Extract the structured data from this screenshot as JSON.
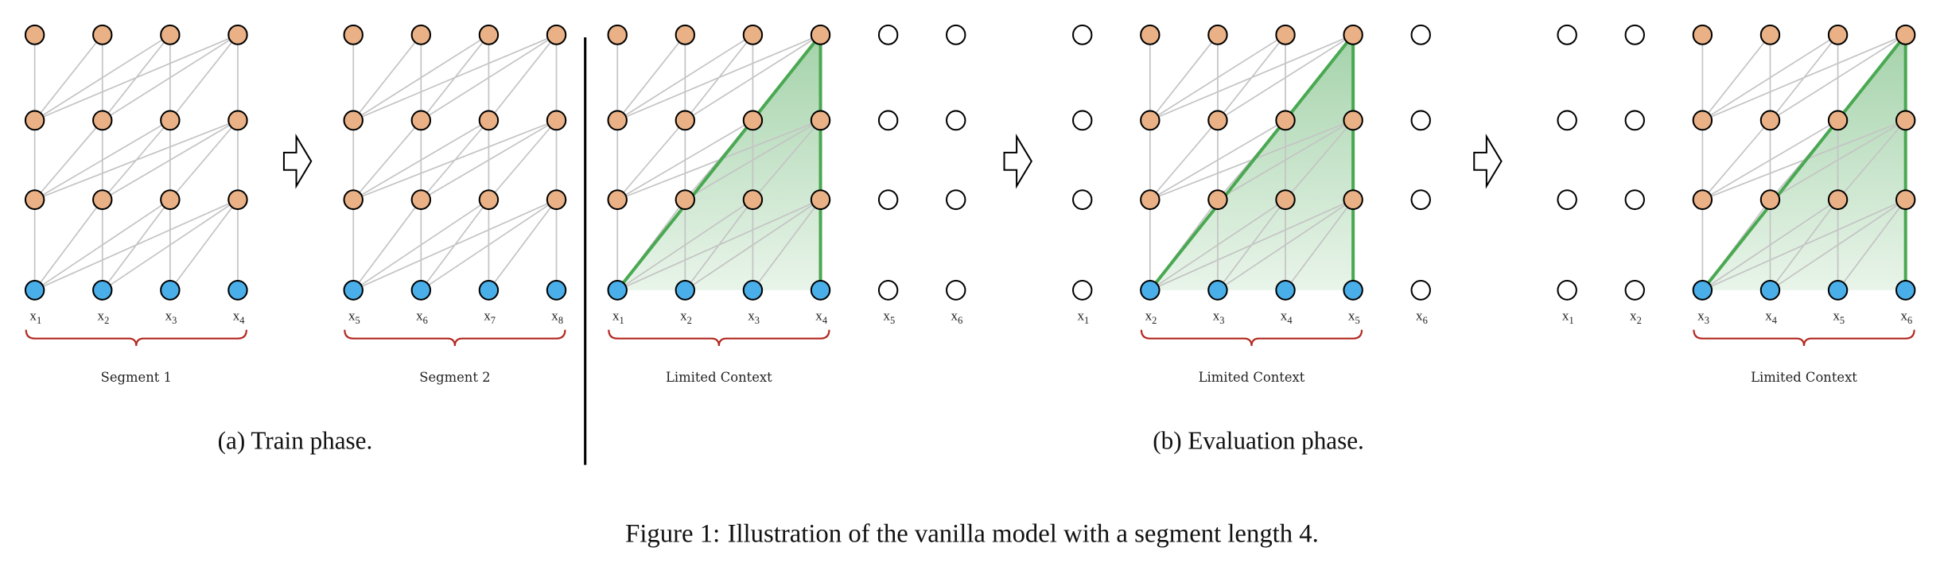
{
  "colors": {
    "hidden_node": "#e9b185",
    "input_node": "#4aaee8",
    "empty_node": "#ffffff",
    "edge": "#c4c4c4",
    "context_line": "#4aa852",
    "context_fill": "#a8d5ad",
    "brace": "#b2281f"
  },
  "panels": [
    {
      "id": "train-seg1",
      "labels": [
        "1",
        "2",
        "3",
        "4"
      ],
      "active": [
        0,
        3
      ],
      "brace_label": "Segment 1",
      "highlight": false
    },
    {
      "id": "train-seg2",
      "labels": [
        "5",
        "6",
        "7",
        "8"
      ],
      "active": [
        0,
        3
      ],
      "brace_label": "Segment 2",
      "highlight": false
    },
    {
      "id": "eval-step1",
      "labels": [
        "1",
        "2",
        "3",
        "4",
        "5",
        "6"
      ],
      "active": [
        0,
        3
      ],
      "brace_label": "Limited Context",
      "highlight": true
    },
    {
      "id": "eval-step2",
      "labels": [
        "1",
        "2",
        "3",
        "4",
        "5",
        "6"
      ],
      "active": [
        1,
        4
      ],
      "brace_label": "Limited Context",
      "highlight": true
    },
    {
      "id": "eval-step3",
      "labels": [
        "1",
        "2",
        "3",
        "4",
        "5",
        "6"
      ],
      "active": [
        2,
        5
      ],
      "brace_label": "Limited Context",
      "highlight": true
    }
  ],
  "token_symbol": "x",
  "subcaptions": {
    "a": "(a) Train phase.",
    "b": "(b) Evaluation phase."
  },
  "caption": {
    "prefix": "Figure 1:",
    "text": "Illustration of the vanilla model with a segment length 4."
  }
}
